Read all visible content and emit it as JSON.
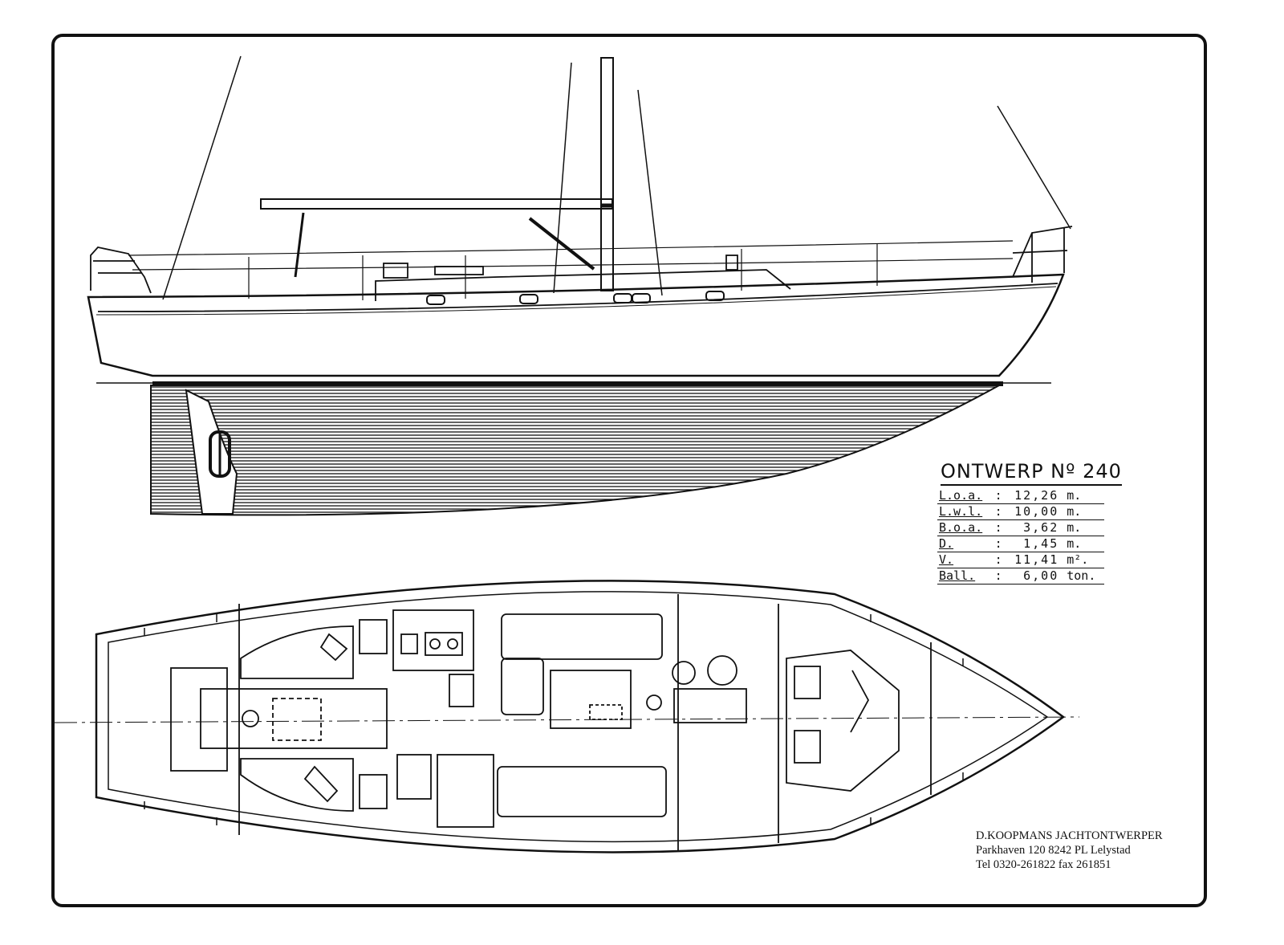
{
  "spec": {
    "title": "ONTWERP Nº 240",
    "rows": [
      {
        "key": "L.o.a.",
        "sep": ":",
        "value": "12,26",
        "unit": "m."
      },
      {
        "key": "L.w.l.",
        "sep": ":",
        "value": "10,00",
        "unit": "m."
      },
      {
        "key": "B.o.a.",
        "sep": ":",
        "value": "3,62",
        "unit": "m."
      },
      {
        "key": "D.",
        "sep": ":",
        "value": "1,45",
        "unit": "m."
      },
      {
        "key": "V.",
        "sep": ":",
        "value": "11,41",
        "unit": "m²."
      },
      {
        "key": "Ball.",
        "sep": ":",
        "value": "6,00",
        "unit": "ton."
      }
    ]
  },
  "designer": {
    "name": "D.KOOPMANS JACHTONTWERPER",
    "address": "Parkhaven 120 8242 PL Lelystad",
    "contact": "Tel 0320-261822 fax 261851"
  }
}
